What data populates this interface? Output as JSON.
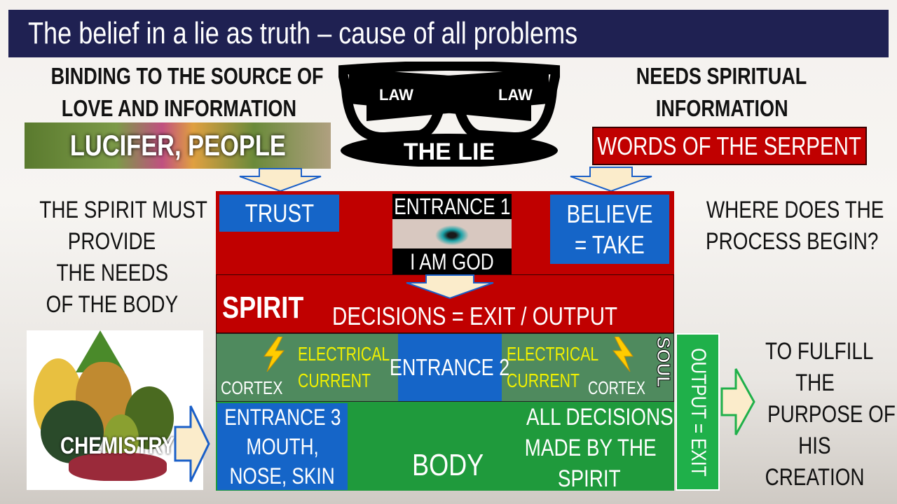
{
  "title": "The belief in a lie as truth – cause of all problems",
  "left_heading": [
    "BINDING TO THE SOURCE OF",
    "LOVE AND INFORMATION"
  ],
  "left_banner": "LUCIFER, PEOPLE",
  "glasses": {
    "lens_text_left": "LAW",
    "lens_text_right": "LAW",
    "label": "THE LIE"
  },
  "right_heading": [
    "NEEDS SPIRITUAL",
    "INFORMATION"
  ],
  "right_banner": "WORDS OF THE SERPENT",
  "left_text": [
    "THE SPIRIT MUST",
    "PROVIDE",
    "THE NEEDS",
    "OF THE BODY"
  ],
  "right_text": [
    "WHERE DOES THE",
    "PROCESS BEGIN?"
  ],
  "trust": "TRUST",
  "entrance1": {
    "top": "ENTRANCE 1",
    "bottom": "I AM GOD"
  },
  "believe": [
    "BELIEVE",
    "= TAKE"
  ],
  "spirit": {
    "label": "SPIRIT",
    "text": "DECISIONS = EXIT / OUTPUT"
  },
  "soul": {
    "cortex_left": "CORTEX",
    "current_left": [
      "ELECTRICAL",
      "CURRENT"
    ],
    "entrance2": "ENTRANCE 2",
    "current_right": [
      "ELECTRICAL",
      "CURRENT"
    ],
    "cortex_right": "CORTEX",
    "label": "SOUL"
  },
  "body": {
    "entrance3": [
      "ENTRANCE 3",
      "MOUTH,",
      "NOSE, SKIN"
    ],
    "label": "BODY",
    "decisions": [
      "ALL DECISIONS",
      "MADE BY THE",
      "SPIRIT"
    ]
  },
  "output": "OUTPUT = EXIT",
  "chemistry": "CHEMISTRY",
  "purpose": [
    "TO FULFILL",
    "THE",
    "PURPOSE OF",
    "HIS",
    "CREATION"
  ]
}
